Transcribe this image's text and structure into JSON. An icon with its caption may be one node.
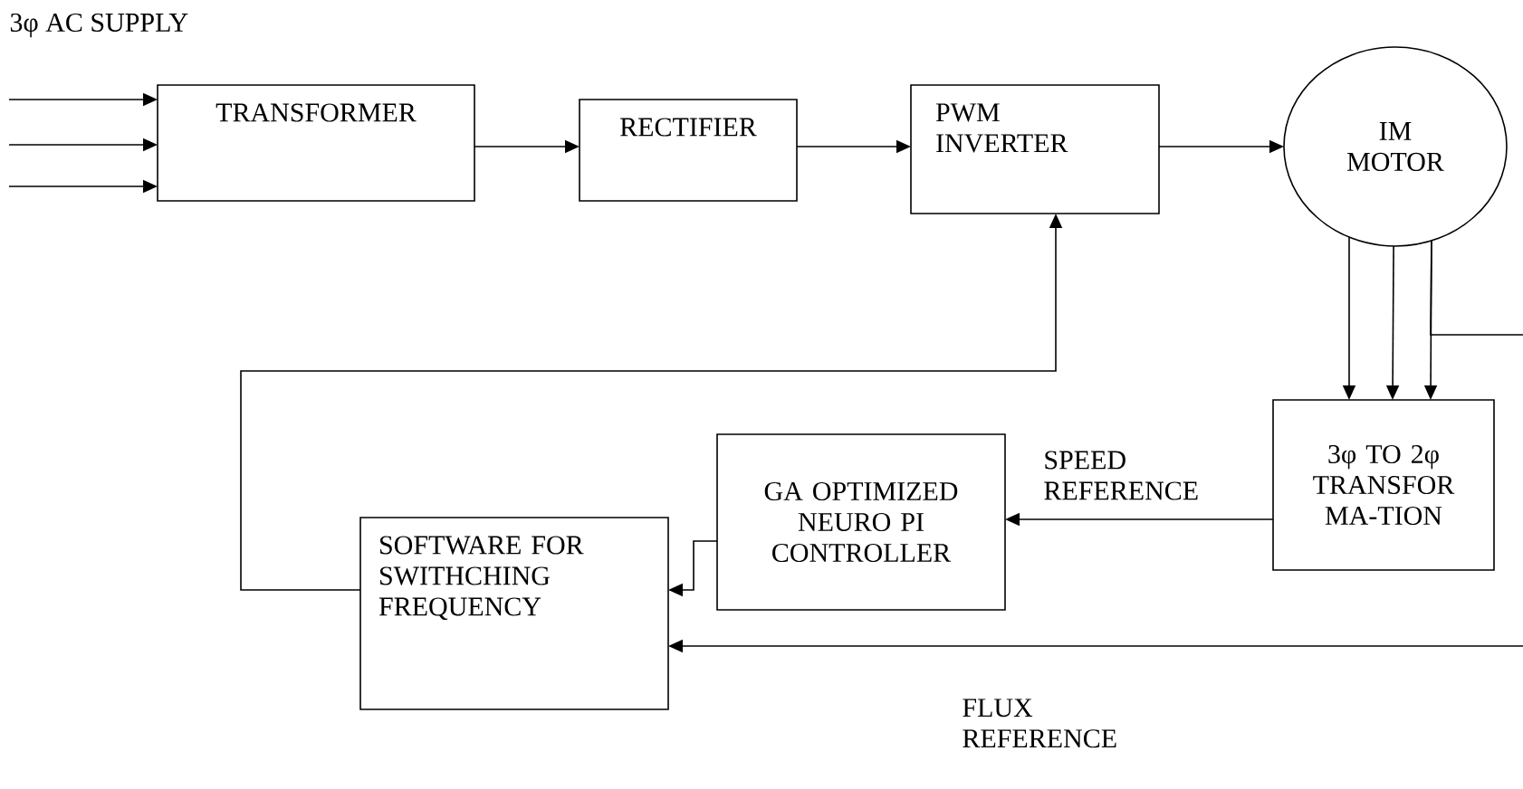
{
  "diagram": {
    "nodes": [
      {
        "text": [
          "TRANSFORMER"
        ]
      },
      {
        "text": [
          "RECTIFIER"
        ]
      },
      {
        "text": [
          "PWM INVERTER"
        ]
      },
      {
        "text": [
          "IM MOTOR"
        ]
      },
      {
        "text": [
          "3φ TO 2φ TRANSFOR MA-TION"
        ]
      },
      {
        "text": [
          "GA OPTIMIZED NEURO PI CONTROLLER"
        ]
      },
      {
        "text": [
          "SOFTWARE FOR SWITHCHING FREQUENCY"
        ]
      }
    ],
    "edges": [
      {
        "from": null,
        "to": 0,
        "arrow": "to"
      },
      {
        "from": null,
        "to": 0,
        "arrow": "to"
      },
      {
        "from": null,
        "to": 0,
        "arrow": "to"
      },
      {
        "from": 0,
        "to": 1,
        "arrow": "to"
      },
      {
        "from": 1,
        "to": 2,
        "arrow": "to"
      },
      {
        "from": 2,
        "to": 3,
        "arrow": "to"
      },
      {
        "from": 3,
        "to": 4,
        "arrow": "to"
      },
      {
        "from": 3,
        "to": 4,
        "arrow": "to"
      },
      {
        "from": 3,
        "to": 4,
        "arrow": "to"
      },
      {
        "from": 3,
        "to": null,
        "arrow": "none"
      },
      {
        "from": 4,
        "to": 5,
        "arrow": "to",
        "label": "SPEED REFERENCE"
      },
      {
        "from": 5,
        "to": 6,
        "arrow": "to"
      },
      {
        "from": null,
        "to": 6,
        "arrow": "to",
        "label": "FLUX REFERENCE"
      },
      {
        "from": 6,
        "to": 2,
        "arrow": "to"
      }
    ],
    "labels": [
      "3φ AC SUPPLY"
    ]
  }
}
